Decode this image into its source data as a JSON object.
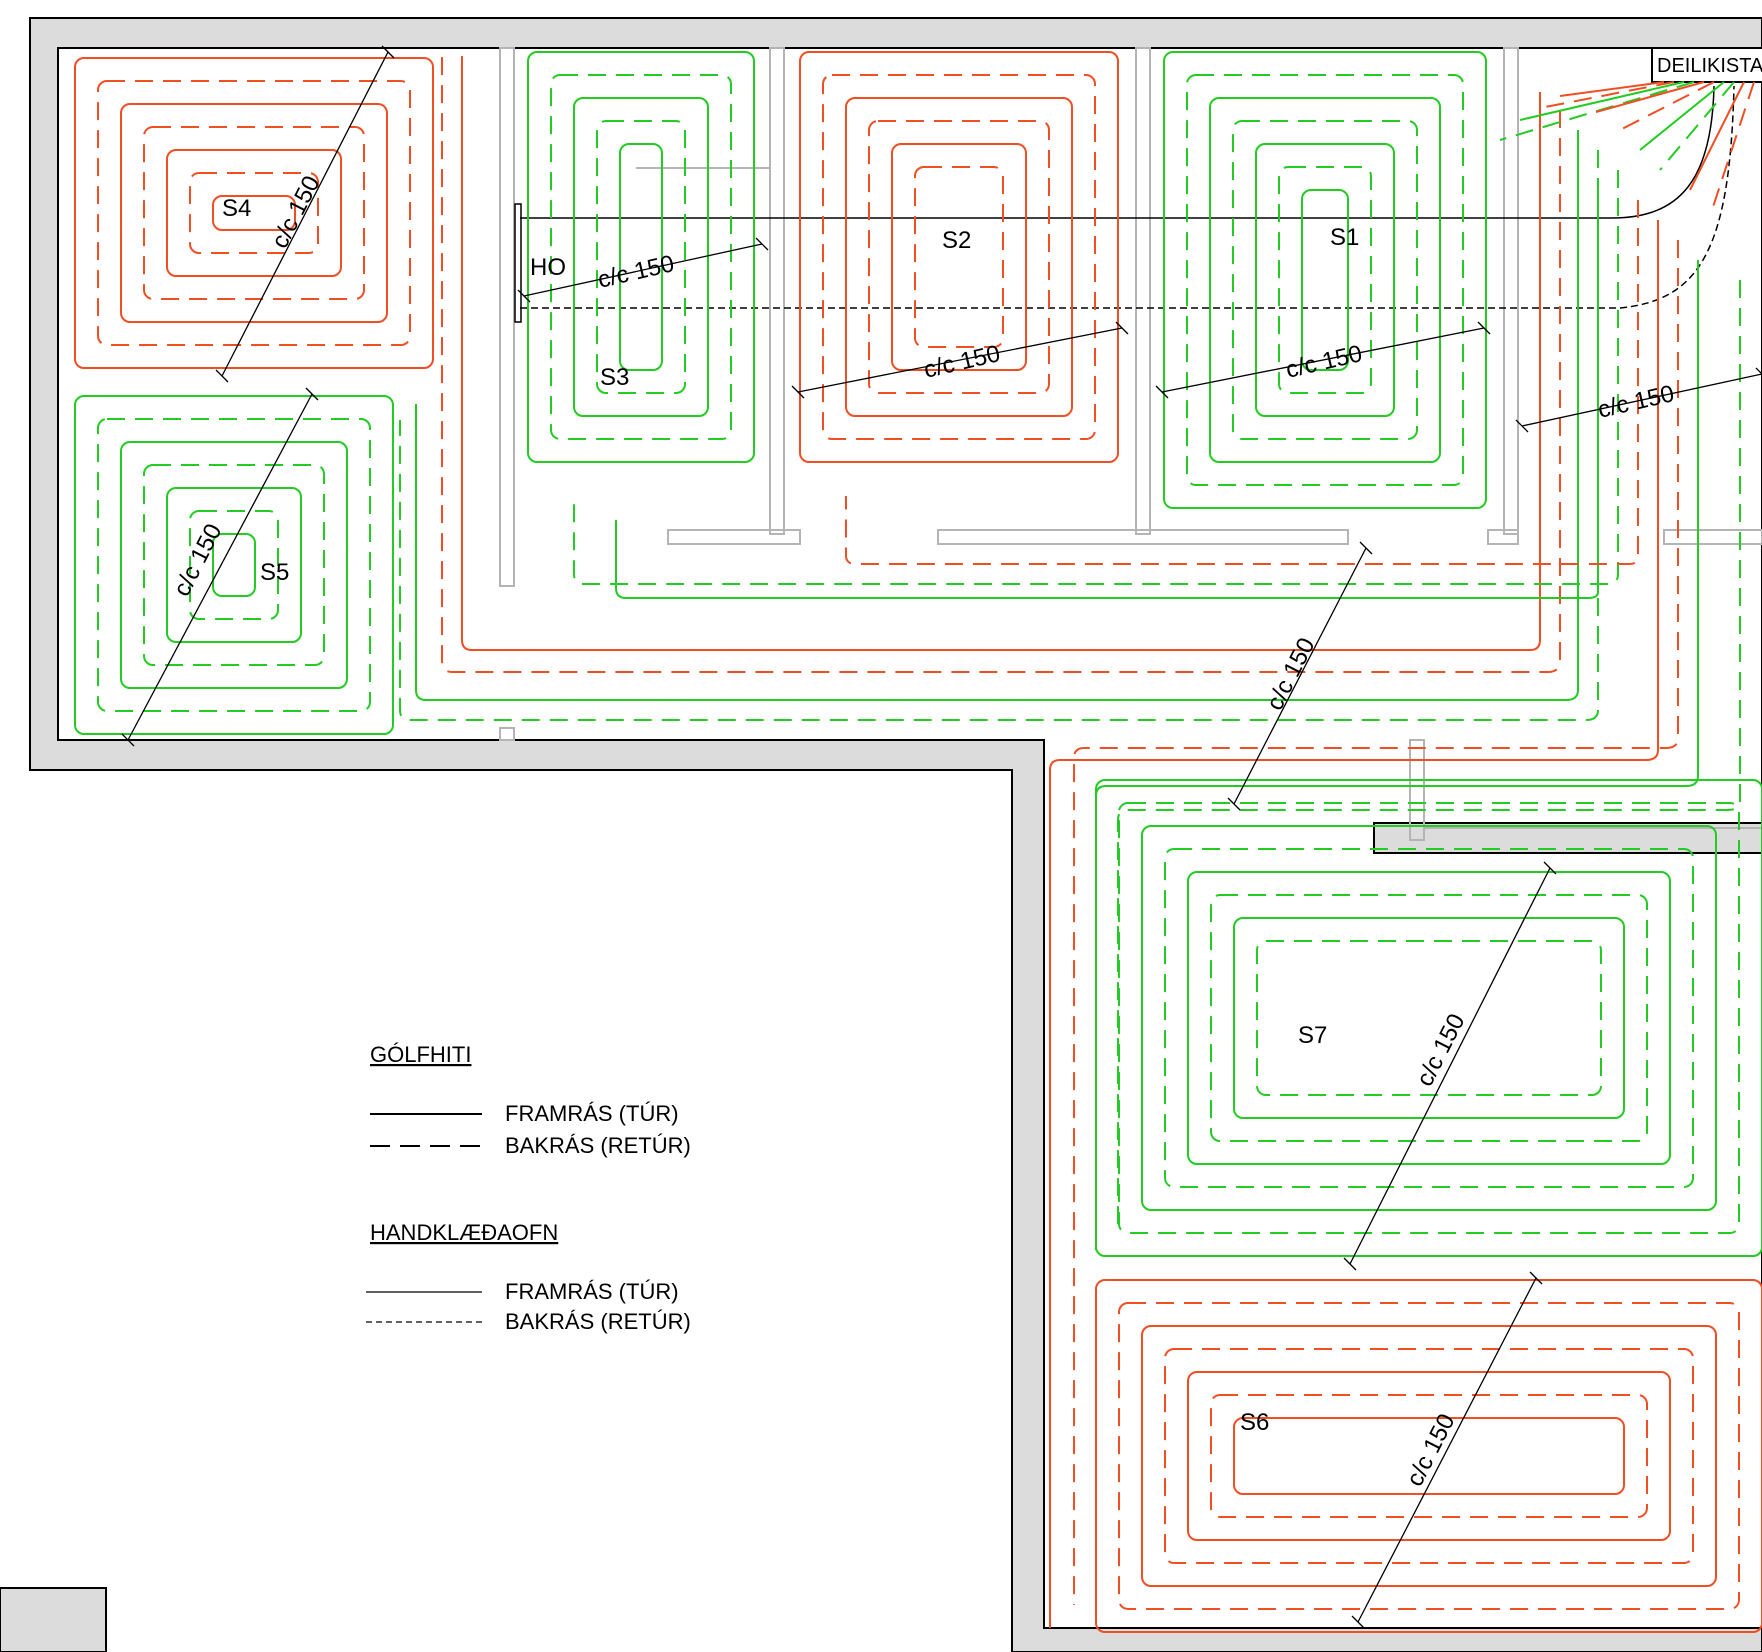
{
  "colors": {
    "supply_loop": "#f04e23",
    "return_loop": "#22cc22",
    "wall_fill": "#dcdcdc",
    "partition": "#b4b4b4"
  },
  "manifold_label": "DEILIKISTA",
  "towel_radiator_label": "HO",
  "spacing_label": "c/c 150",
  "loops": [
    "S1",
    "S2",
    "S3",
    "S4",
    "S5",
    "S6",
    "S7"
  ],
  "legend": {
    "floor_heating": {
      "title": "GÓLFHITI",
      "supply": "FRAMRÁS (TÚR)",
      "return": "BAKRÁS (RETÚR)"
    },
    "towel_radiator": {
      "title": "HANDKLÆÐAOFN",
      "supply": "FRAMRÁS (TÚR)",
      "return": "BAKRÁS (RETÚR)"
    }
  }
}
